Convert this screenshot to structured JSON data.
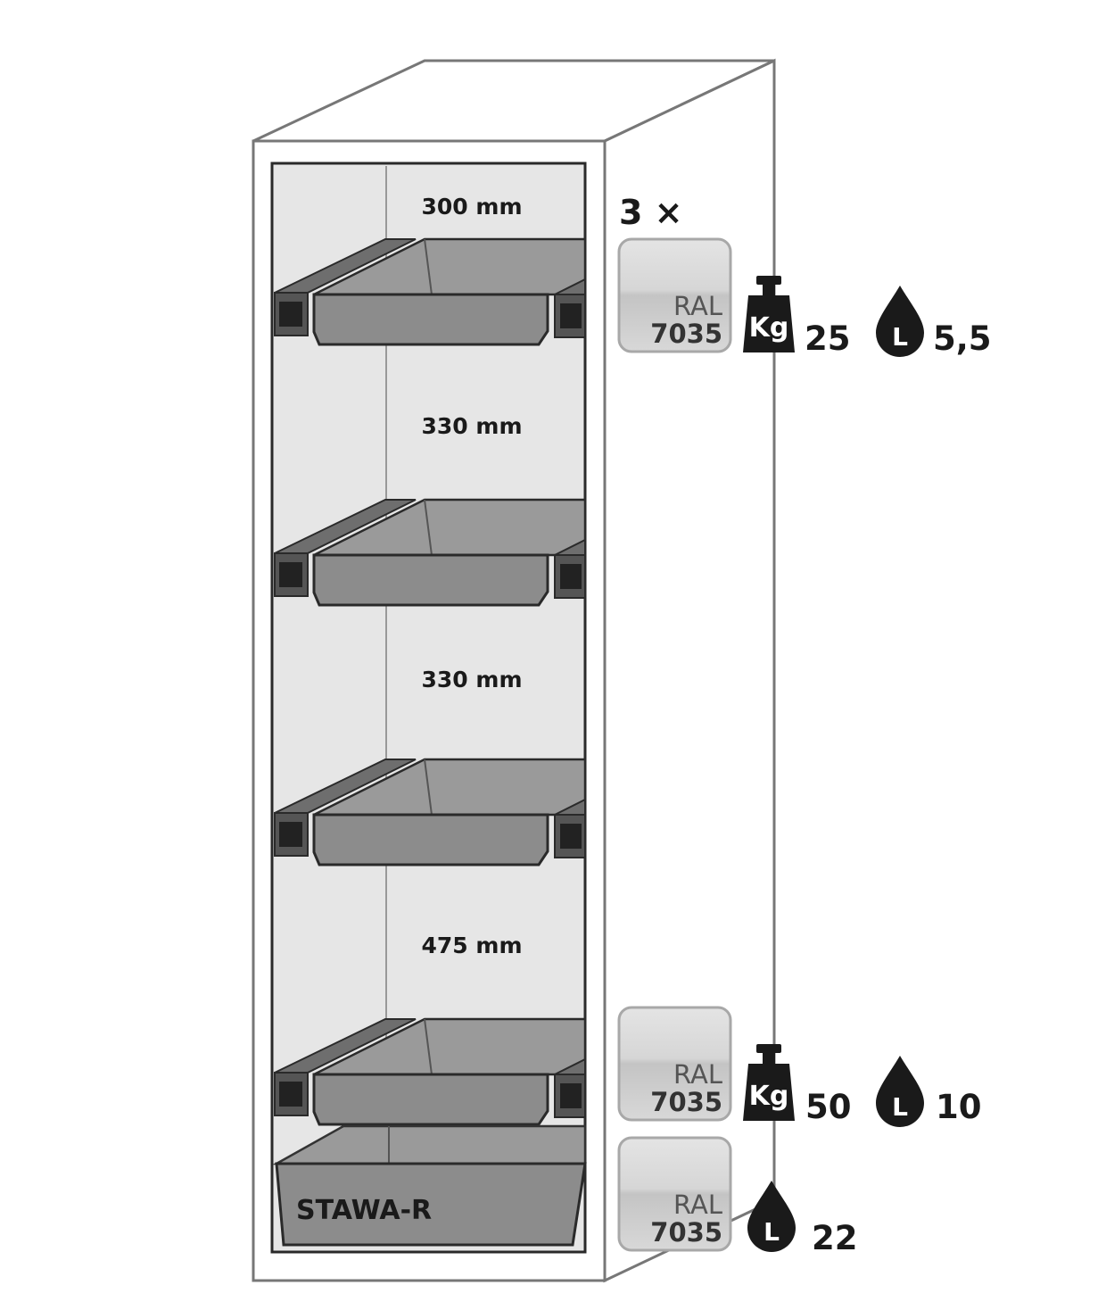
{
  "compartments": [
    {
      "height_label": "300 mm"
    },
    {
      "height_label": "330 mm"
    },
    {
      "height_label": "330 mm"
    },
    {
      "height_label": "475 mm"
    }
  ],
  "sump_label": "STAWA-R",
  "shelf_multiplier": "3 ×",
  "color_badges": [
    {
      "line1": "RAL",
      "line2": "7035"
    },
    {
      "line1": "RAL",
      "line2": "7035"
    },
    {
      "line1": "RAL",
      "line2": "7035"
    }
  ],
  "icons": {
    "weight_label": "Kg",
    "liter_label": "L"
  },
  "specs": [
    {
      "load_kg": "25",
      "volume_l": "5,5"
    },
    {
      "load_kg": "50",
      "volume_l": "10"
    },
    {
      "volume_l": "22"
    }
  ],
  "colors": {
    "interior": "#e6e6e6",
    "tray": "#8c8c8c",
    "outline": "#2a2a2a",
    "icon": "#1a1a1a"
  }
}
